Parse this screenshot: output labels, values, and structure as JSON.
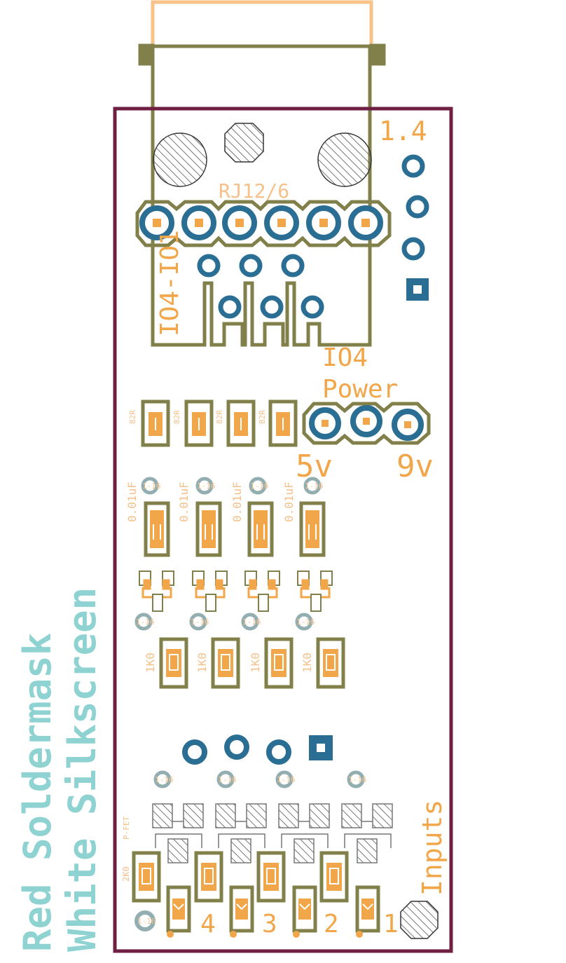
{
  "colors": {
    "background": "#ffffff",
    "board_outline": "#6e1f42",
    "silk_body": "#82804a",
    "copper": "#f2a64a",
    "label": "#f2a64a",
    "faint_label": "#f6c08b",
    "pad_ring": "#2a6e94",
    "via_ring": "#93aeb0",
    "side_text": "#8ed2d2",
    "cable": "#f8c288"
  },
  "labels": {
    "version": "1.4",
    "connector": "RJ12/6",
    "io_range": "IO4-IO1",
    "io4": "IO4",
    "power": "Power",
    "v5": "5v",
    "v9": "9v",
    "inputs": "Inputs",
    "soldermask": "Red Soldermask",
    "silkscreen": "White Silkscreen",
    "n4": "4",
    "n3": "3",
    "n2": "2",
    "n1": "1"
  },
  "parts": {
    "r82": [
      "82R",
      "82R",
      "82R",
      "82R"
    ],
    "cap": [
      "0.01uF",
      "0.01uF",
      "0.01uF",
      "0.01uF"
    ],
    "r1k": [
      "1K0",
      "1K0",
      "1K0",
      "1K0"
    ],
    "via_top": [
      "1-16",
      "1-16",
      "1-16",
      "1-16"
    ],
    "via_mid": [
      "1-16",
      "1-16",
      "1-16",
      "1-16"
    ],
    "via_low": [
      "1-16",
      "1-16",
      "1-16",
      "1-16"
    ],
    "r2k": "2K0",
    "pfet": "P-FET",
    "via_corner": "1-16"
  }
}
